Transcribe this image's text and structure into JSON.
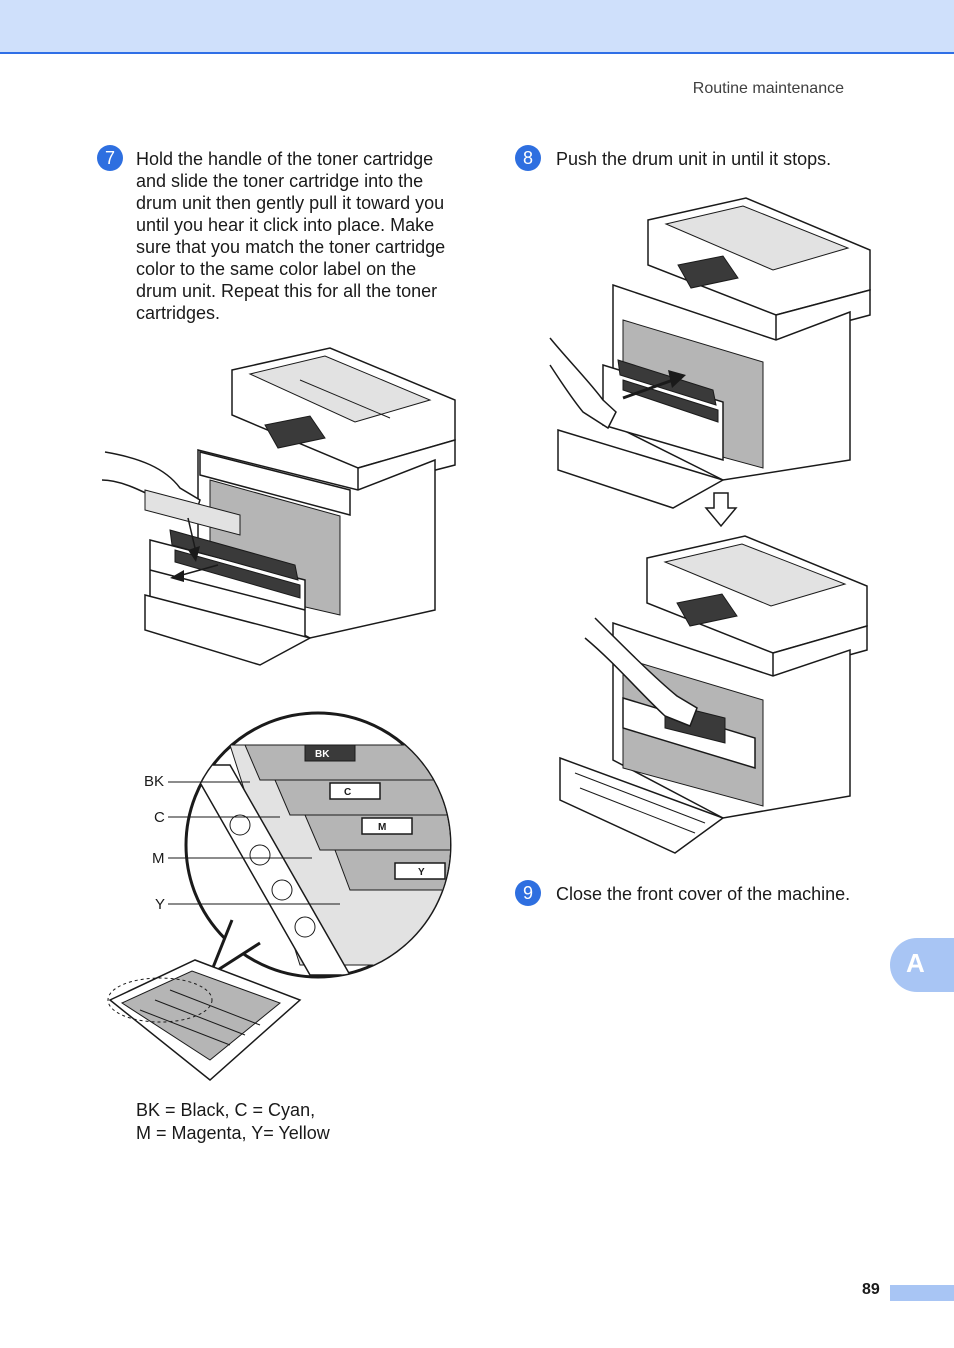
{
  "header": {
    "running_head": "Routine maintenance"
  },
  "steps": [
    {
      "number": "7",
      "text": "Hold the handle of the toner cartridge and slide the toner cartridge into the drum unit then gently pull it toward you until you hear it click into place. Make sure that you match the toner cartridge color to the same color label on the drum unit. Repeat this for all the toner cartridges."
    },
    {
      "number": "8",
      "text": "Push the drum unit in until it stops."
    },
    {
      "number": "9",
      "text": "Close the front cover of the machine."
    }
  ],
  "callouts": {
    "bk": "BK",
    "c": "C",
    "m": "M",
    "y": "Y"
  },
  "legend": {
    "line1": "BK = Black, C = Cyan,",
    "line2": "M = Magenta, Y= Yellow"
  },
  "side_tab": {
    "label": "A"
  },
  "footer": {
    "page_number": "89"
  }
}
